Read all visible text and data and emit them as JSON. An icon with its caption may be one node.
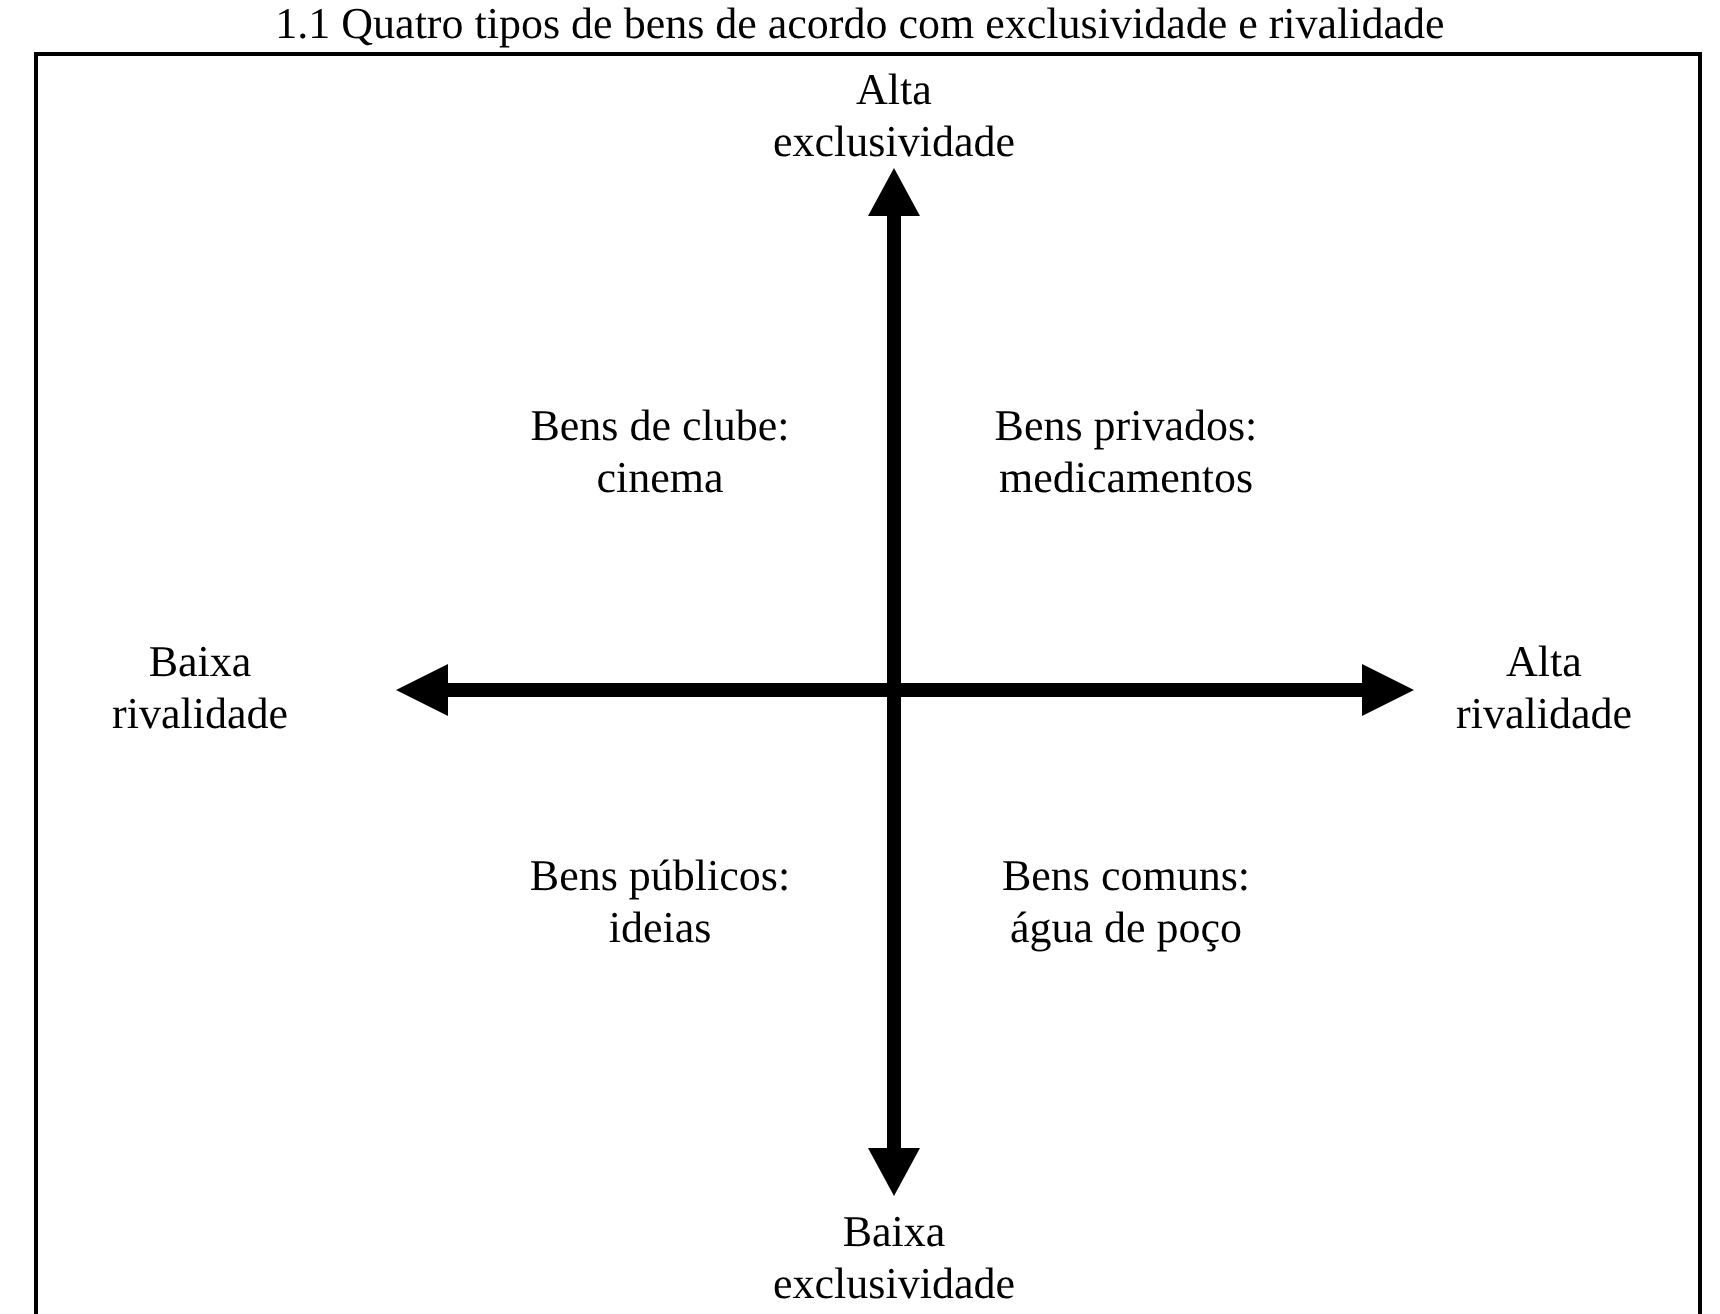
{
  "diagram": {
    "title": "1.1 Quatro tipos de bens de acordo com exclusividade e rivalidade",
    "labels": [
      "Alta exclusividade",
      "Bens de clube: cinema",
      "Bens privados: medicamentos",
      "Baixa rivalidade",
      "Alta rivalidade",
      "Bens públicos: ideias",
      "Bens comuns: água de poço",
      "Baixa exclusividade"
    ]
  }
}
